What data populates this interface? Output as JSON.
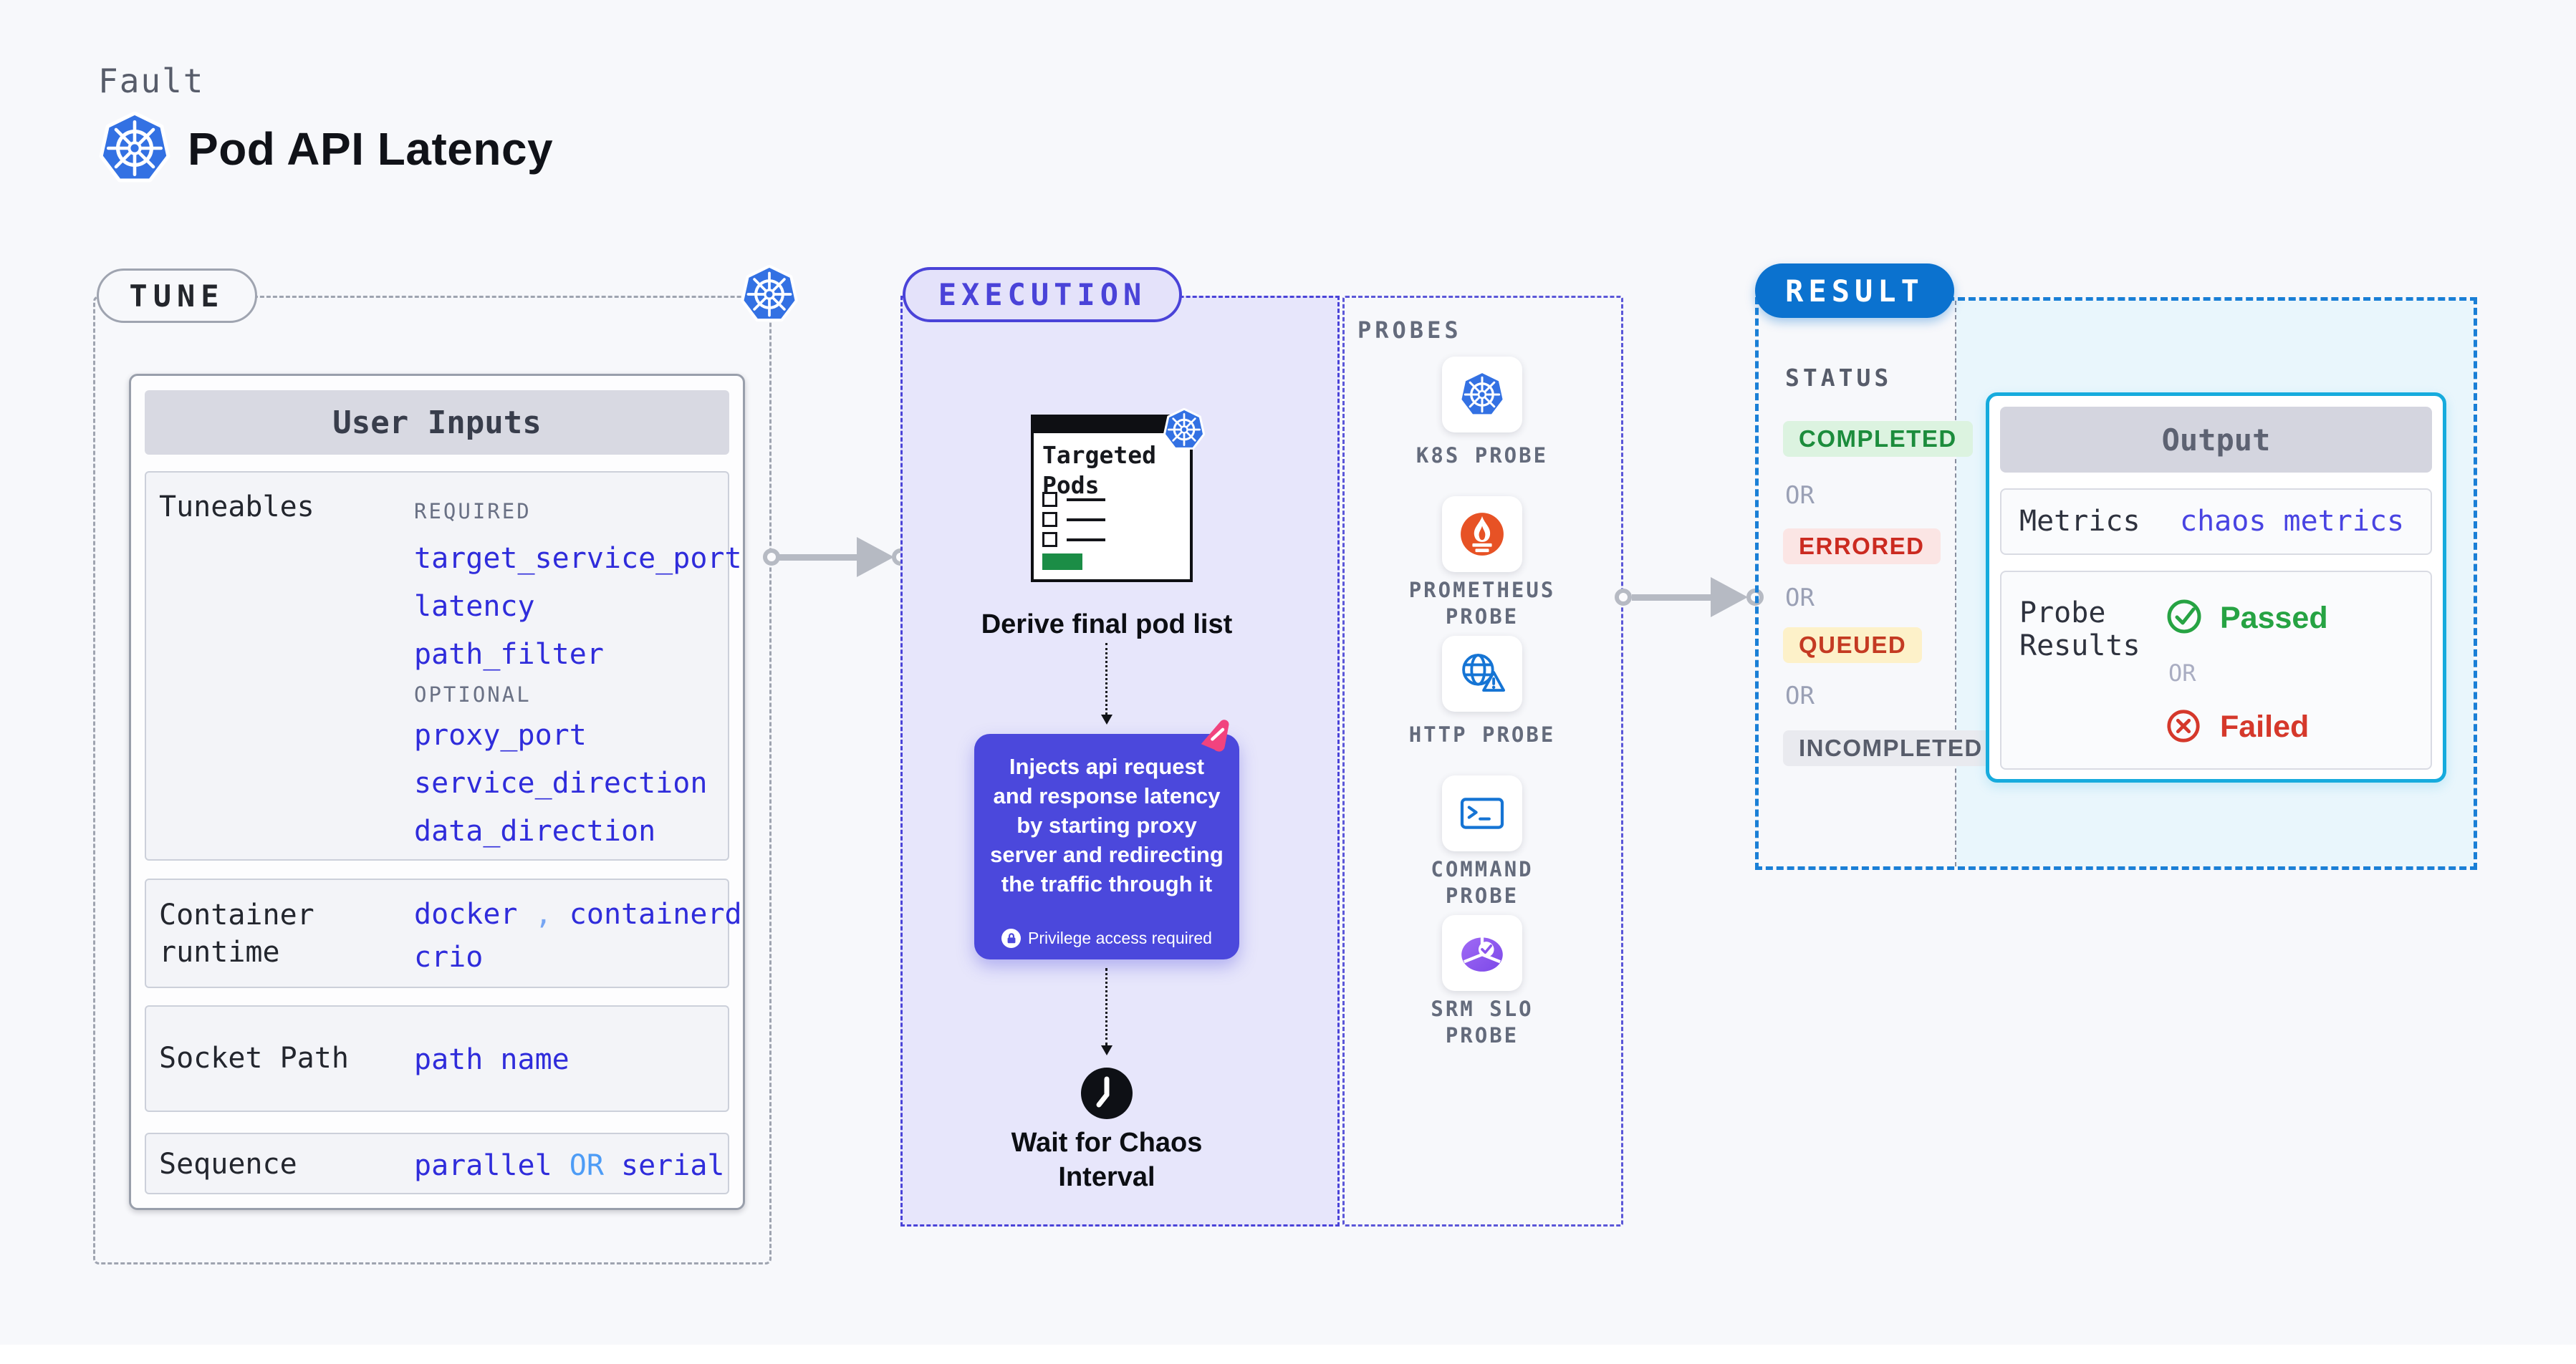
{
  "page": {
    "background": "#f7f8fb"
  },
  "header": {
    "eyebrow": "Fault",
    "title": "Pod API Latency",
    "logo_icon": "kubernetes-icon"
  },
  "tune": {
    "pill_label": "TUNE",
    "corner_icon": "kubernetes-icon",
    "table_header": "User Inputs",
    "tuneables": {
      "label": "Tuneables",
      "required_tag": "REQUIRED",
      "required_values": [
        "target_service_port",
        "latency",
        "path_filter"
      ],
      "optional_tag": "OPTIONAL",
      "optional_values": [
        "proxy_port",
        "service_direction",
        "data_direction"
      ]
    },
    "container_runtime": {
      "label": "Container runtime",
      "value_1": "docker",
      "separator": ",",
      "value_2": "containerd",
      "value_3": "crio"
    },
    "socket_path": {
      "label": "Socket Path",
      "value": "path name"
    },
    "sequence": {
      "label": "Sequence",
      "value_a": "parallel",
      "or": "OR",
      "value_b": "serial"
    }
  },
  "execution": {
    "pill_label": "EXECUTION",
    "targeted_pods_card": {
      "title": "Targeted Pods",
      "badge_icon": "kubernetes-icon"
    },
    "derive_step": "Derive final pod list",
    "inject_box": {
      "description": "Injects api request and response latency by starting proxy server and redirecting the traffic through it",
      "privilege_note": "Privilege access required",
      "corner_icon": "litmus-chaos-icon",
      "lock_icon": "lock-icon"
    },
    "wait_step": "Wait for Chaos Interval",
    "clock_icon": "clock-icon"
  },
  "probes": {
    "label": "PROBES",
    "items": [
      {
        "name": "K8S PROBE",
        "icon": "kubernetes-icon"
      },
      {
        "name": "PROMETHEUS PROBE",
        "icon": "prometheus-icon"
      },
      {
        "name": "HTTP PROBE",
        "icon": "http-globe-warning-icon"
      },
      {
        "name": "COMMAND PROBE",
        "icon": "terminal-icon"
      },
      {
        "name": "SRM SLO PROBE",
        "icon": "slo-pie-check-icon"
      }
    ]
  },
  "result": {
    "pill_label": "RESULT",
    "status_label": "STATUS",
    "or_separator": "OR",
    "statuses": [
      {
        "label": "COMPLETED",
        "color": "#1c8c3c",
        "background": "#dcf3e0"
      },
      {
        "label": "ERRORED",
        "color": "#cb2a20",
        "background": "#fbe5e4"
      },
      {
        "label": "QUEUED",
        "color": "#c43a22",
        "background": "#fdf1c9"
      },
      {
        "label": "INCOMPLETED",
        "color": "#575c6a",
        "background": "#e9eaef"
      }
    ],
    "output": {
      "header": "Output",
      "metrics_label": "Metrics",
      "metrics_value": "chaos metrics",
      "probe_results_label": "Probe Results",
      "passed_label": "Passed",
      "or_separator": "OR",
      "failed_label": "Failed",
      "passed_icon": "check-circle-icon",
      "failed_icon": "x-circle-icon"
    }
  },
  "colors": {
    "kubernetes_blue": "#3371e3",
    "execution_indigo": "#4a43d8",
    "value_blue": "#2f2cdb",
    "light_blue_or": "#4d9cf6",
    "result_blue": "#0b72cf",
    "output_border_cyan": "#16abdd",
    "prometheus_orange": "#e75225",
    "probe_icon_blue": "#1574d4",
    "slo_purple": "#8b55ec",
    "litmus_pink": "#f1437e",
    "passed_green": "#26a343",
    "failed_red": "#d5382b",
    "inject_box_purple": "#4b48dc",
    "targeted_green_bar": "#1b8d46"
  }
}
